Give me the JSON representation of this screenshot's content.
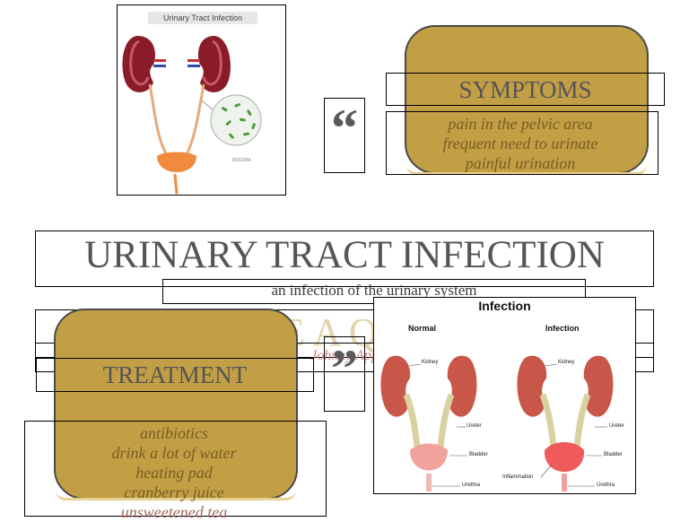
{
  "top_image": {
    "caption": "Urinary Tract Infection",
    "credit": "BDIDIMA"
  },
  "quote_open": "“",
  "quote_close": "”",
  "symptoms": {
    "title": "SYMPTOMS",
    "items": [
      "pain in the pelvic area",
      "frequent need to urinate",
      "painful urination"
    ]
  },
  "main": {
    "title": "URINARY TRACT INFECTION",
    "subtitle": "an infection of the urinary system",
    "quote_placeholder": "TYPE A QUOTE",
    "author_placeholder": "Johnny App"
  },
  "treatment": {
    "title": "TREATMENT",
    "items": [
      "antibiotics",
      "drink a lot of water",
      "heating pad",
      "cranberry juice",
      "unsweetened tea"
    ]
  },
  "diagram": {
    "title": "Infection",
    "normal_label": "Normal",
    "infection_label": "Infection",
    "labels": {
      "kidney": "Kidney",
      "ureter": "Ureter",
      "bladder": "Bladder",
      "urethra": "Urethra",
      "inflammation": "Inflammation"
    }
  },
  "colors": {
    "card_fill": "#c29e45",
    "title_gray": "#555555",
    "item_text": "#7a5e22",
    "kidney": "#c8574a",
    "bladder_normal": "#f0a39c",
    "bladder_infected": "#ef5a5a",
    "ureter": "#d9d2a0"
  }
}
